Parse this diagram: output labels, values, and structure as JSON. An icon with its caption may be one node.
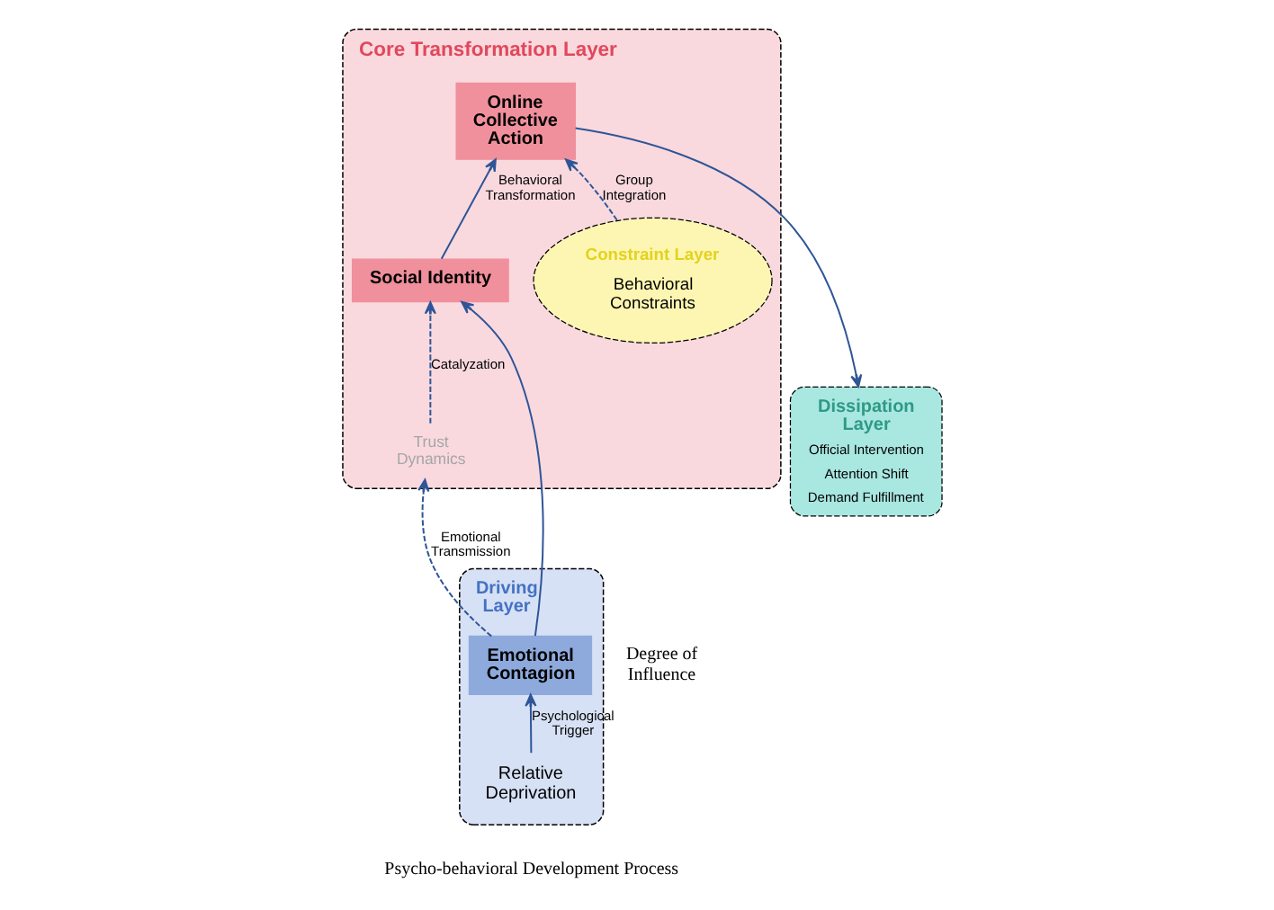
{
  "diagram": {
    "nodes": [
      {
        "text": [
          "Core Transformation Layer"
        ]
      },
      {
        "text": [
          "Constraint Layer",
          "Behavioral Constraints"
        ],
        "in": 0
      },
      {
        "text": [
          "Online Collective Action"
        ],
        "in": 0
      },
      {
        "text": [
          "Trust Dynamics"
        ],
        "in": 0
      },
      {
        "text": [
          "Social Identity"
        ],
        "in": 0
      },
      {
        "text": [
          "Dissipation Layer",
          "Official Intervention",
          "Attention Shift",
          "Demand Fulfillment"
        ]
      },
      {
        "text": [
          "Driving Layer"
        ]
      },
      {
        "text": [
          "Emotional Contagion"
        ],
        "in": 6
      },
      {
        "text": [
          "Relative Deprivation"
        ],
        "in": 6
      }
    ],
    "edges": [
      {
        "from": 8,
        "to": 7,
        "arrow": "to",
        "label": "Psychological Trigger"
      },
      {
        "from": 7,
        "to": 3,
        "arrow": "to",
        "label": "Emotional Transmission",
        "style": "dashed"
      },
      {
        "from": 7,
        "to": 4,
        "arrow": "to"
      },
      {
        "from": 3,
        "to": 4,
        "arrow": "to",
        "label": "Catalyzation",
        "style": "dashed"
      },
      {
        "from": 1,
        "to": 2,
        "arrow": "to",
        "label": "Group Integration",
        "style": "dashed"
      },
      {
        "from": 4,
        "to": 2,
        "arrow": "to",
        "label": "Behavioral Transformation"
      },
      {
        "from": 2,
        "to": 5,
        "arrow": "to"
      }
    ],
    "labels": [
      "Degree of Influence",
      "Psycho-behavioral Development Process"
    ]
  }
}
